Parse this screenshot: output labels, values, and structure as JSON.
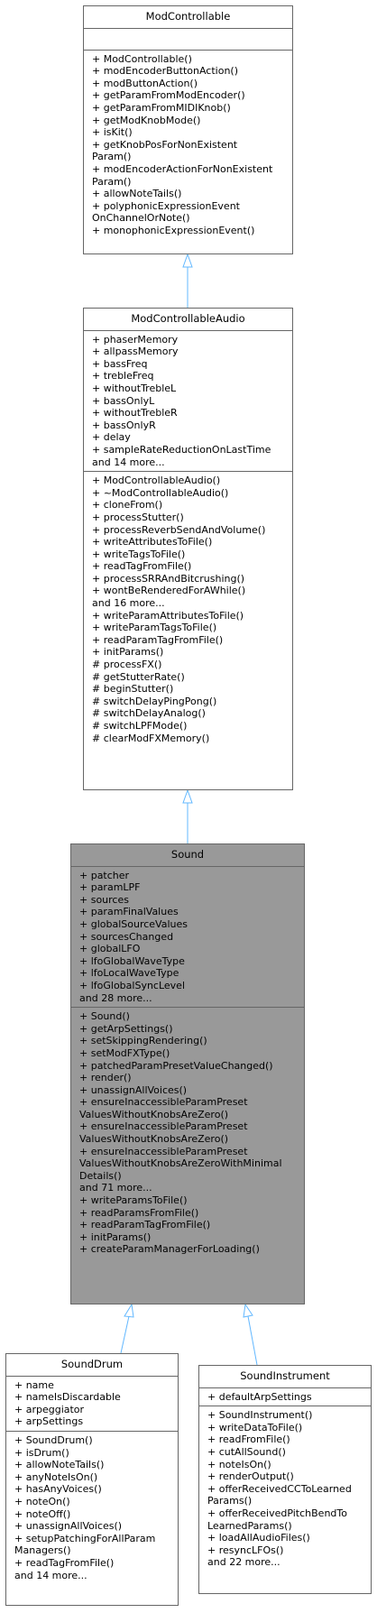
{
  "classes": {
    "mod_controllable": {
      "name": "ModControllable",
      "attributes": [],
      "methods": [
        "+ ModControllable()",
        "+ modEncoderButtonAction()",
        "+ modButtonAction()",
        "+ getParamFromModEncoder()",
        "+ getParamFromMIDIKnob()",
        "+ getModKnobMode()",
        "+ isKit()",
        "+ getKnobPosForNonExistent",
        "Param()",
        "+ modEncoderActionForNonExistent",
        "Param()",
        "+ allowNoteTails()",
        "+ polyphonicExpressionEvent",
        "OnChannelOrNote()",
        "+ monophonicExpressionEvent()"
      ]
    },
    "mod_controllable_audio": {
      "name": "ModControllableAudio",
      "attributes": [
        "+ phaserMemory",
        "+ allpassMemory",
        "+ bassFreq",
        "+ trebleFreq",
        "+ withoutTrebleL",
        "+ bassOnlyL",
        "+ withoutTrebleR",
        "+ bassOnlyR",
        "+ delay",
        "+ sampleRateReductionOnLastTime",
        "and 14 more..."
      ],
      "methods": [
        "+ ModControllableAudio()",
        "+ ~ModControllableAudio()",
        "+ cloneFrom()",
        "+ processStutter()",
        "+ processReverbSendAndVolume()",
        "+ writeAttributesToFile()",
        "+ writeTagsToFile()",
        "+ readTagFromFile()",
        "+ processSRRAndBitcrushing()",
        "+ wontBeRenderedForAWhile()",
        "and 16 more...",
        "+ writeParamAttributesToFile()",
        "+ writeParamTagsToFile()",
        "+ readParamTagFromFile()",
        "+ initParams()",
        "# processFX()",
        "# getStutterRate()",
        "# beginStutter()",
        "# switchDelayPingPong()",
        "# switchDelayAnalog()",
        "# switchLPFMode()",
        "# clearModFXMemory()"
      ]
    },
    "sound": {
      "name": "Sound",
      "attributes": [
        "+ patcher",
        "+ paramLPF",
        "+ sources",
        "+ paramFinalValues",
        "+ globalSourceValues",
        "+ sourcesChanged",
        "+ globalLFO",
        "+ lfoGlobalWaveType",
        "+ lfoLocalWaveType",
        "+ lfoGlobalSyncLevel",
        "and 28 more..."
      ],
      "methods": [
        "+ Sound()",
        "+ getArpSettings()",
        "+ setSkippingRendering()",
        "+ setModFXType()",
        "+ patchedParamPresetValueChanged()",
        "+ render()",
        "+ unassignAllVoices()",
        "+ ensureInaccessibleParamPreset",
        "ValuesWithoutKnobsAreZero()",
        "+ ensureInaccessibleParamPreset",
        "ValuesWithoutKnobsAreZero()",
        "+ ensureInaccessibleParamPreset",
        "ValuesWithoutKnobsAreZeroWithMinimal",
        "Details()",
        "and 71 more...",
        "+ writeParamsToFile()",
        "+ readParamsFromFile()",
        "+ readParamTagFromFile()",
        "+ initParams()",
        "+ createParamManagerForLoading()"
      ]
    },
    "sound_drum": {
      "name": "SoundDrum",
      "attributes": [
        "+ name",
        "+ nameIsDiscardable",
        "+ arpeggiator",
        "+ arpSettings"
      ],
      "methods": [
        "+ SoundDrum()",
        "+ isDrum()",
        "+ allowNoteTails()",
        "+ anyNoteIsOn()",
        "+ hasAnyVoices()",
        "+ noteOn()",
        "+ noteOff()",
        "+ unassignAllVoices()",
        "+ setupPatchingForAllParam",
        "Managers()",
        "+ readTagFromFile()",
        "and 14 more..."
      ]
    },
    "sound_instrument": {
      "name": "SoundInstrument",
      "attributes": [
        "+ defaultArpSettings"
      ],
      "methods": [
        "+ SoundInstrument()",
        "+ writeDataToFile()",
        "+ readFromFile()",
        "+ cutAllSound()",
        "+ noteIsOn()",
        "+ renderOutput()",
        "+ offerReceivedCCToLearned",
        "Params()",
        "+ offerReceivedPitchBendTo",
        "LearnedParams()",
        "+ loadAllAudioFiles()",
        "+ resyncLFOs()",
        "and 22 more..."
      ]
    }
  },
  "colors": {
    "edge": "#63b8ff",
    "highlight_fill": "#999999",
    "border": "#666666"
  }
}
